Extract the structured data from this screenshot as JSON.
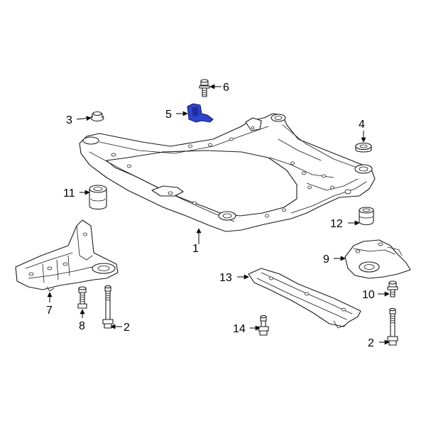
{
  "highlight_color": "#2f44c8",
  "callouts": {
    "c1": "1",
    "c2a": "2",
    "c2b": "2",
    "c3": "3",
    "c4": "4",
    "c5": "5",
    "c6": "6",
    "c7": "7",
    "c8": "8",
    "c9": "9",
    "c10": "10",
    "c11": "11",
    "c12": "12",
    "c13": "13",
    "c14": "14"
  }
}
